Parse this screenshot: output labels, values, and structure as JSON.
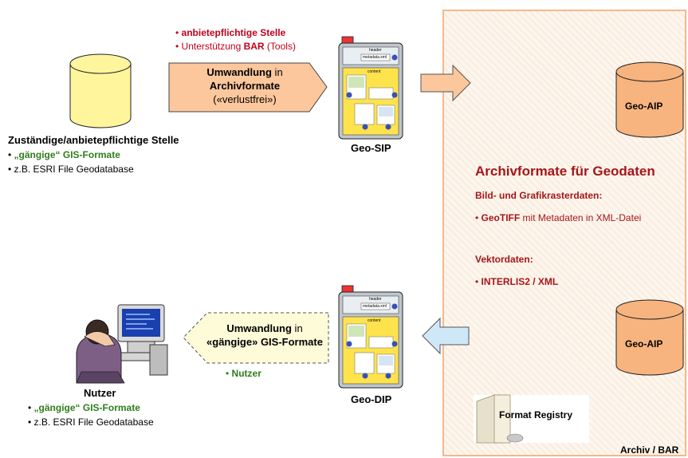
{
  "top_left": {
    "title": "Zuständige/anbietepflichtige Stelle",
    "bullet1": "„gängige“ GIS-Formate",
    "bullet2": "z.B. ESRI File Geodatabase"
  },
  "top_arrow": {
    "note1": "anbietepflichtige Stelle",
    "note2_prefix": "Unterstützung ",
    "note2_bold": "BAR",
    "note2_suffix": " (Tools)",
    "line1_bold": "Umwandlung",
    "line1_rest": " in",
    "line2": "Archivformate",
    "line3": "(«verlustfrei»)"
  },
  "sip": {
    "label": "Geo-SIP",
    "header": "header",
    "metadata": "metadata.xml",
    "content": "content"
  },
  "dip": {
    "label": "Geo-DIP",
    "header": "header",
    "metadata": "metadata.xml",
    "content": "content"
  },
  "bottom_arrow": {
    "line1_bold": "Umwandlung",
    "line1_rest": " in",
    "line2": "«gängige» GIS-Formate",
    "note": "Nutzer"
  },
  "user": {
    "title": "Nutzer",
    "bullet1": "„gängige“ GIS-Formate",
    "bullet2": "z.B. ESRI File Geodatabase"
  },
  "archive": {
    "aip_top": "Geo-AIP",
    "aip_bottom": "Geo-AIP",
    "heading": "Archivformate für Geodaten",
    "sub1": "Bild- und Grafikrasterdaten:",
    "item1_bold": "GeoTIFF",
    "item1_rest": " mit Metadaten in XML-Datei",
    "sub2": "Vektordaten:",
    "item2": "INTERLIS2 / XML",
    "format_registry": "Format Registry",
    "label": "Archiv / BAR"
  },
  "colors": {
    "cylinder_yellow": "#fff59d",
    "cylinder_orange": "#f8b47e",
    "arrow_orange": "#fcc79c",
    "arrow_blue": "#cfe8f8",
    "archive_border": "#f3b98d",
    "accent_red": "#c0001a",
    "accent_green": "#2e7d1a",
    "dark_red": "#a4161a"
  }
}
